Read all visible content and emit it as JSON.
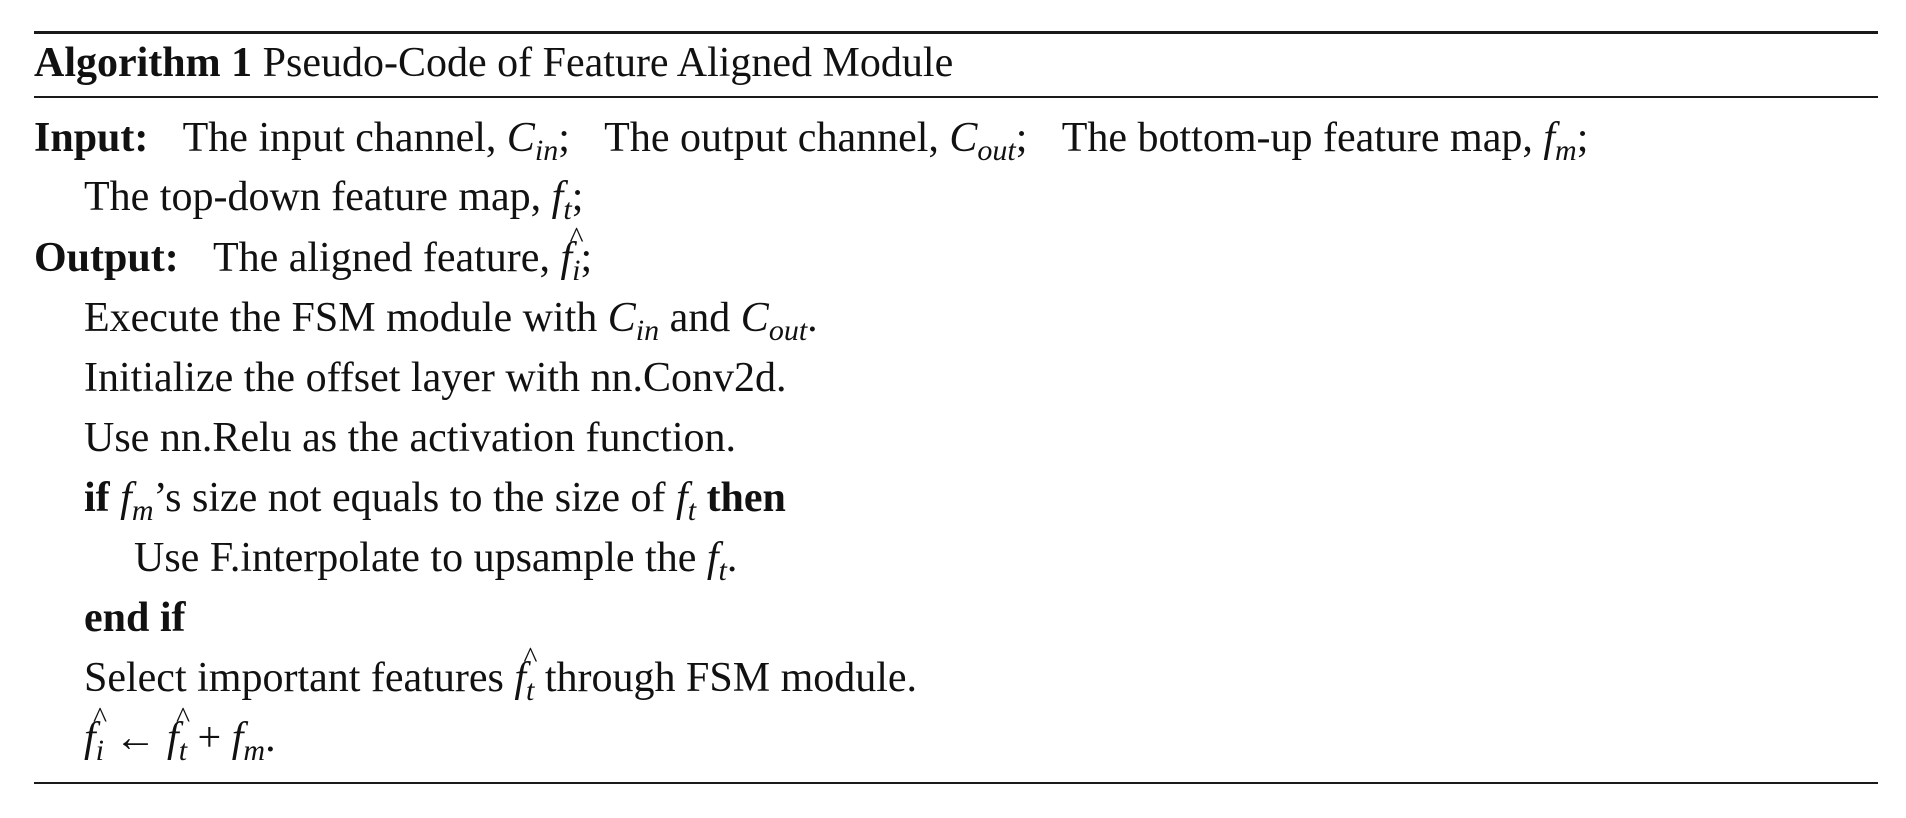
{
  "header": {
    "label": "Algorithm 1",
    "title": "Pseudo-Code of Feature Aligned Module"
  },
  "input": {
    "label": "Input:",
    "in_channel_text": "The input channel,",
    "out_channel_text": "The output channel,",
    "bottom_up_text": "The bottom-up feature map,",
    "top_down_text": "The top-down feature map,"
  },
  "output": {
    "label": "Output:",
    "aligned_text": "The aligned feature,"
  },
  "symbols": {
    "C": "C",
    "f": "f",
    "in": "in",
    "out": "out",
    "m": "m",
    "t": "t",
    "i": "i",
    "semicolon": ";",
    "period": ".",
    "and": "and",
    "arrow": "←",
    "plus": "+"
  },
  "steps": {
    "fsm_text": "Execute the FSM module with",
    "offset_text": "Initialize the offset layer with nn.Conv2d.",
    "relu_text": "Use nn.Relu as the activation function.",
    "if_keyword": "if",
    "if_condition": "’s size not equals to the size of",
    "then_keyword": "then",
    "interpolate_text": "Use F.interpolate to upsample the",
    "end_if": "end if",
    "select_text": "Select important features",
    "select_tail": "through FSM module."
  }
}
